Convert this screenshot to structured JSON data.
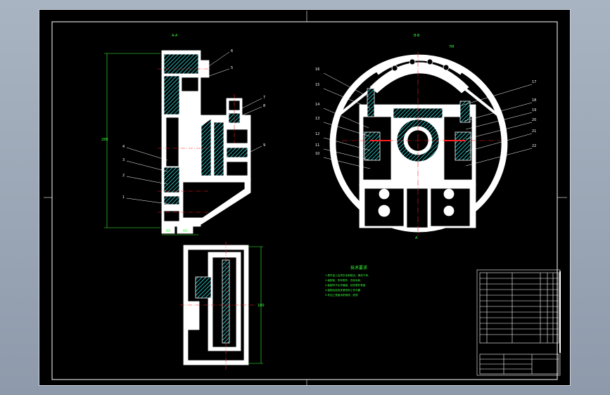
{
  "drawing": {
    "view_labels": {
      "side_view": "A-A",
      "circle_view": "B-B",
      "arrow_mark": "7M",
      "bottom_mark": "A"
    },
    "tech_notes": {
      "title": "技术要求",
      "lines": [
        "1.零件加工后须去毛刺锐边，清洗干净，",
        "2.装配前，所有零件，去除毛刺，",
        "3.装配时不允许磕碰、划伤零件表面",
        "4.装配后检查夹紧机构工作可靠",
        "5.非加工表面涂防锈漆，底漆"
      ]
    },
    "balloons_left": [
      "6",
      "5",
      "7",
      "8",
      "9",
      "4",
      "3",
      "2",
      "1"
    ],
    "balloons_right_left_side": [
      "16",
      "15",
      "14",
      "13",
      "12",
      "11",
      "10"
    ],
    "balloons_right_right_side": [
      "17",
      "18",
      "19",
      "20",
      "21",
      "22"
    ],
    "dims": {
      "height_left": "280",
      "bottom_a": "60",
      "bottom_b": "60",
      "height_bottom": "180"
    },
    "colors": {
      "line": "#ffffff",
      "hatch": "#2ee6e6",
      "dim": "#3cff3c",
      "center": "#ff2020",
      "accent": "#ff40ff",
      "sheet": "#000000"
    }
  }
}
